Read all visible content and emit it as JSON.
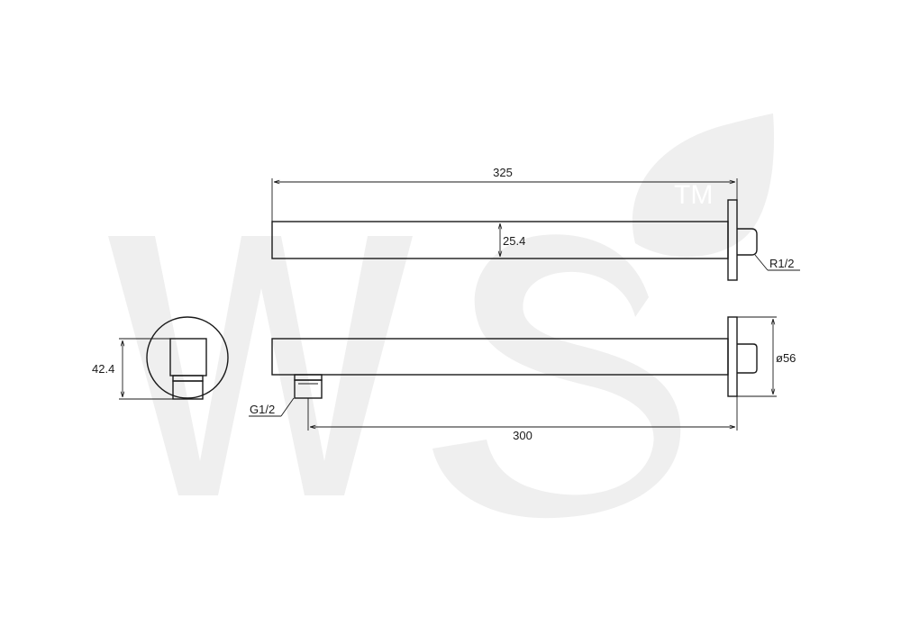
{
  "watermark": {
    "mark_text": "WS",
    "tm_text": "TM",
    "color": "#efefef"
  },
  "dimensions": {
    "overall_length": "325",
    "arm_height": "25.4",
    "outlet_length": "300",
    "flange_diameter": "ø56",
    "side_height": "42.4",
    "inlet_thread": "R1/2",
    "outlet_thread": "G1/2"
  },
  "colors": {
    "line": "#1a1a1a",
    "background": "#ffffff"
  }
}
